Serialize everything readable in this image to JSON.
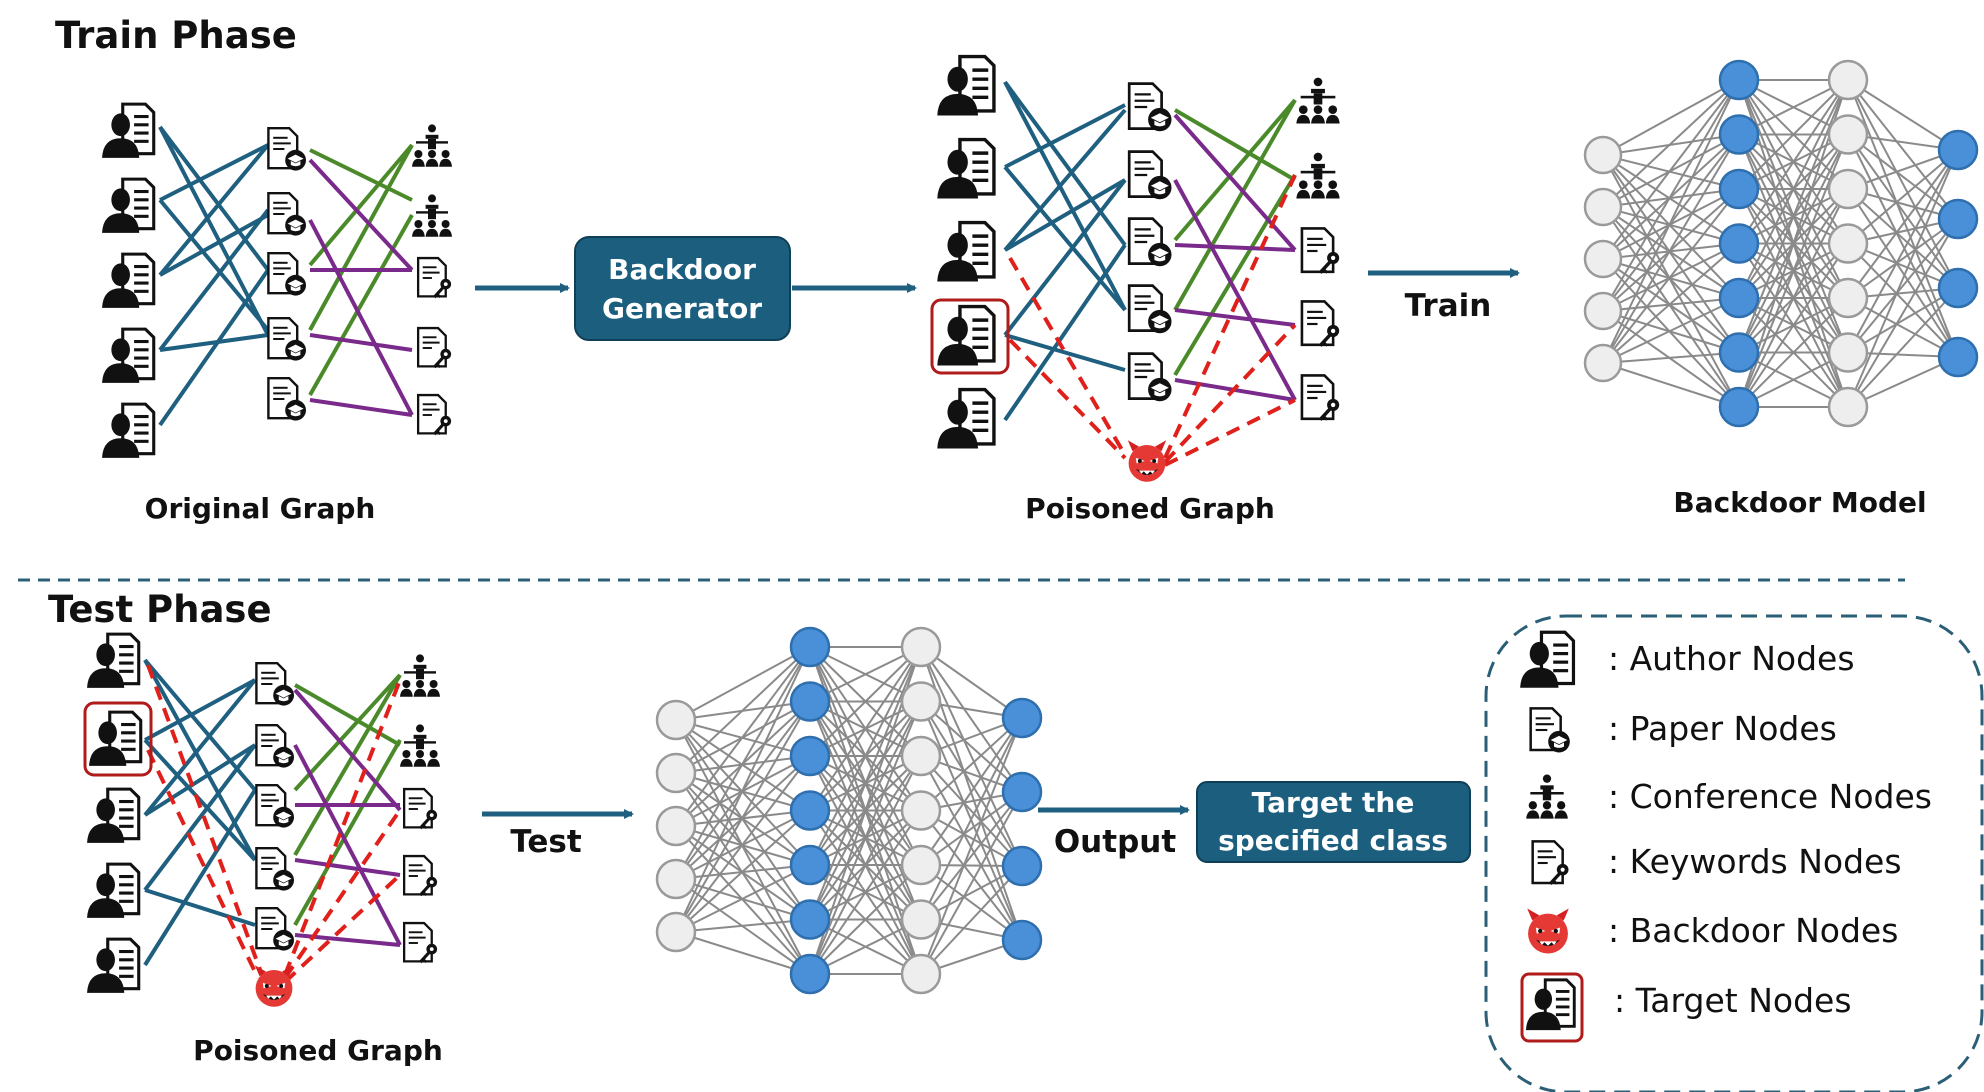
{
  "train_phase": {
    "title": "Train Phase",
    "original_graph_label": "Original Graph",
    "generator_line1": "Backdoor",
    "generator_line2": "Generator",
    "poisoned_graph_label": "Poisoned Graph",
    "train_arrow_label": "Train",
    "model_label": "Backdoor Model"
  },
  "test_phase": {
    "title": "Test Phase",
    "poisoned_graph_label": "Poisoned Graph",
    "test_arrow_label": "Test",
    "output_arrow_label": "Output",
    "target_line1": "Target the",
    "target_line2": "specified class"
  },
  "legend": {
    "items": [
      {
        "icon": "author-node-icon",
        "label": ": Author Nodes"
      },
      {
        "icon": "paper-node-icon",
        "label": ": Paper Nodes"
      },
      {
        "icon": "conference-node-icon",
        "label": ": Conference Nodes"
      },
      {
        "icon": "keywords-node-icon",
        "label": ": Keywords Nodes"
      },
      {
        "icon": "backdoor-node-icon",
        "label": ": Backdoor Nodes"
      },
      {
        "icon": "target-node-icon",
        "label": ": Target Nodes"
      }
    ]
  },
  "colors": {
    "author_paper_edge": "#1f5f7f",
    "paper_conference_edge": "#4b8a2a",
    "paper_keyword_edge": "#7a2a8a",
    "backdoor_edge": "#e0201b",
    "box_fill": "#1b5e7e",
    "neuron_blue": "#4a90d9",
    "neuron_gray": "#eeeeee",
    "nn_edge": "#8a8a8a",
    "separator": "#2b5f77"
  }
}
